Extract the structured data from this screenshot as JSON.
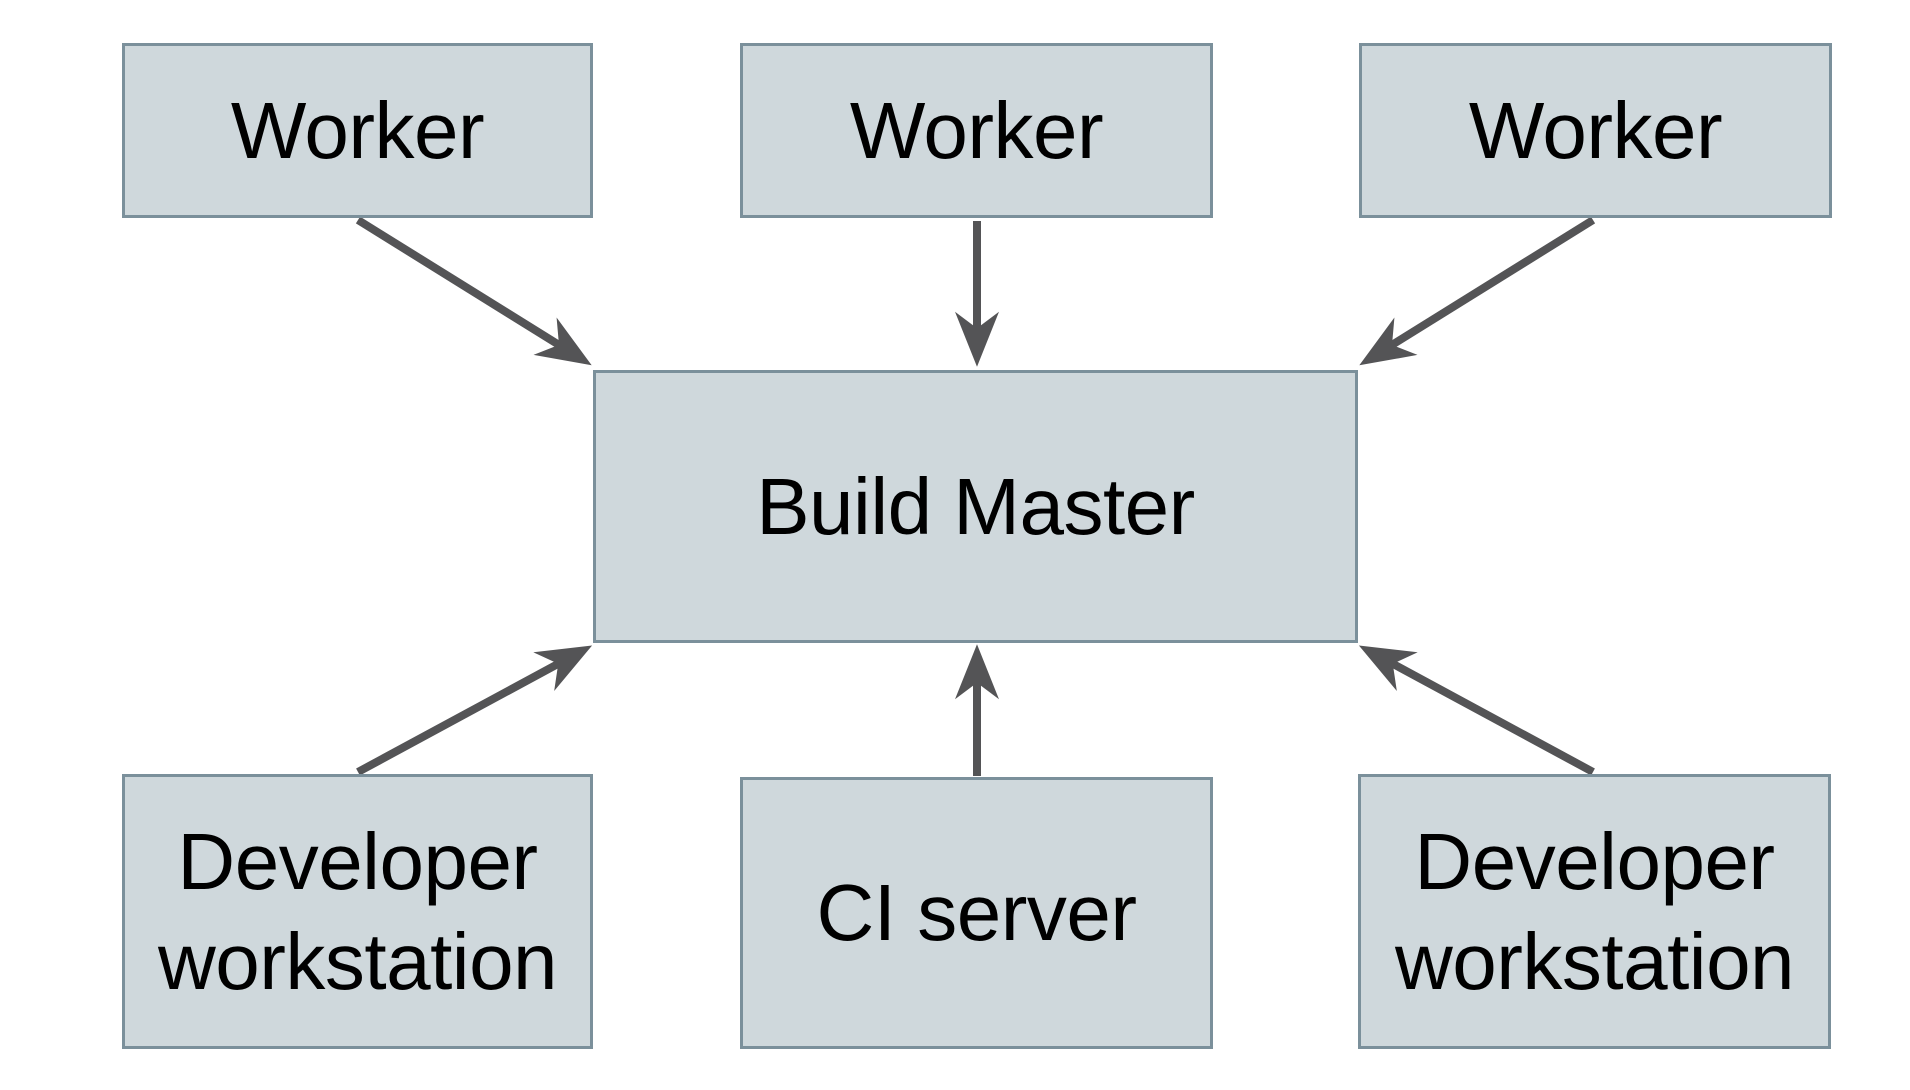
{
  "diagram": {
    "nodes": [
      {
        "id": "worker-1",
        "label": "Worker"
      },
      {
        "id": "worker-2",
        "label": "Worker"
      },
      {
        "id": "worker-3",
        "label": "Worker"
      },
      {
        "id": "build-master",
        "label": "Build Master"
      },
      {
        "id": "dev-workstation-left",
        "label": "Developer workstation",
        "label_lines": [
          "Developer",
          "workstation"
        ]
      },
      {
        "id": "ci-server",
        "label": "CI server"
      },
      {
        "id": "dev-workstation-right",
        "label": "Developer workstation",
        "label_lines": [
          "Developer",
          "workstation"
        ]
      }
    ],
    "edges": [
      {
        "from": "worker-1",
        "to": "build-master"
      },
      {
        "from": "worker-2",
        "to": "build-master"
      },
      {
        "from": "worker-3",
        "to": "build-master"
      },
      {
        "from": "dev-workstation-left",
        "to": "build-master"
      },
      {
        "from": "ci-server",
        "to": "build-master"
      },
      {
        "from": "dev-workstation-right",
        "to": "build-master"
      }
    ],
    "colors": {
      "node_fill": "#cfd8dc",
      "node_border": "#7b909b",
      "arrow": "#545456",
      "text": "#000000",
      "background": "#ffffff"
    }
  }
}
